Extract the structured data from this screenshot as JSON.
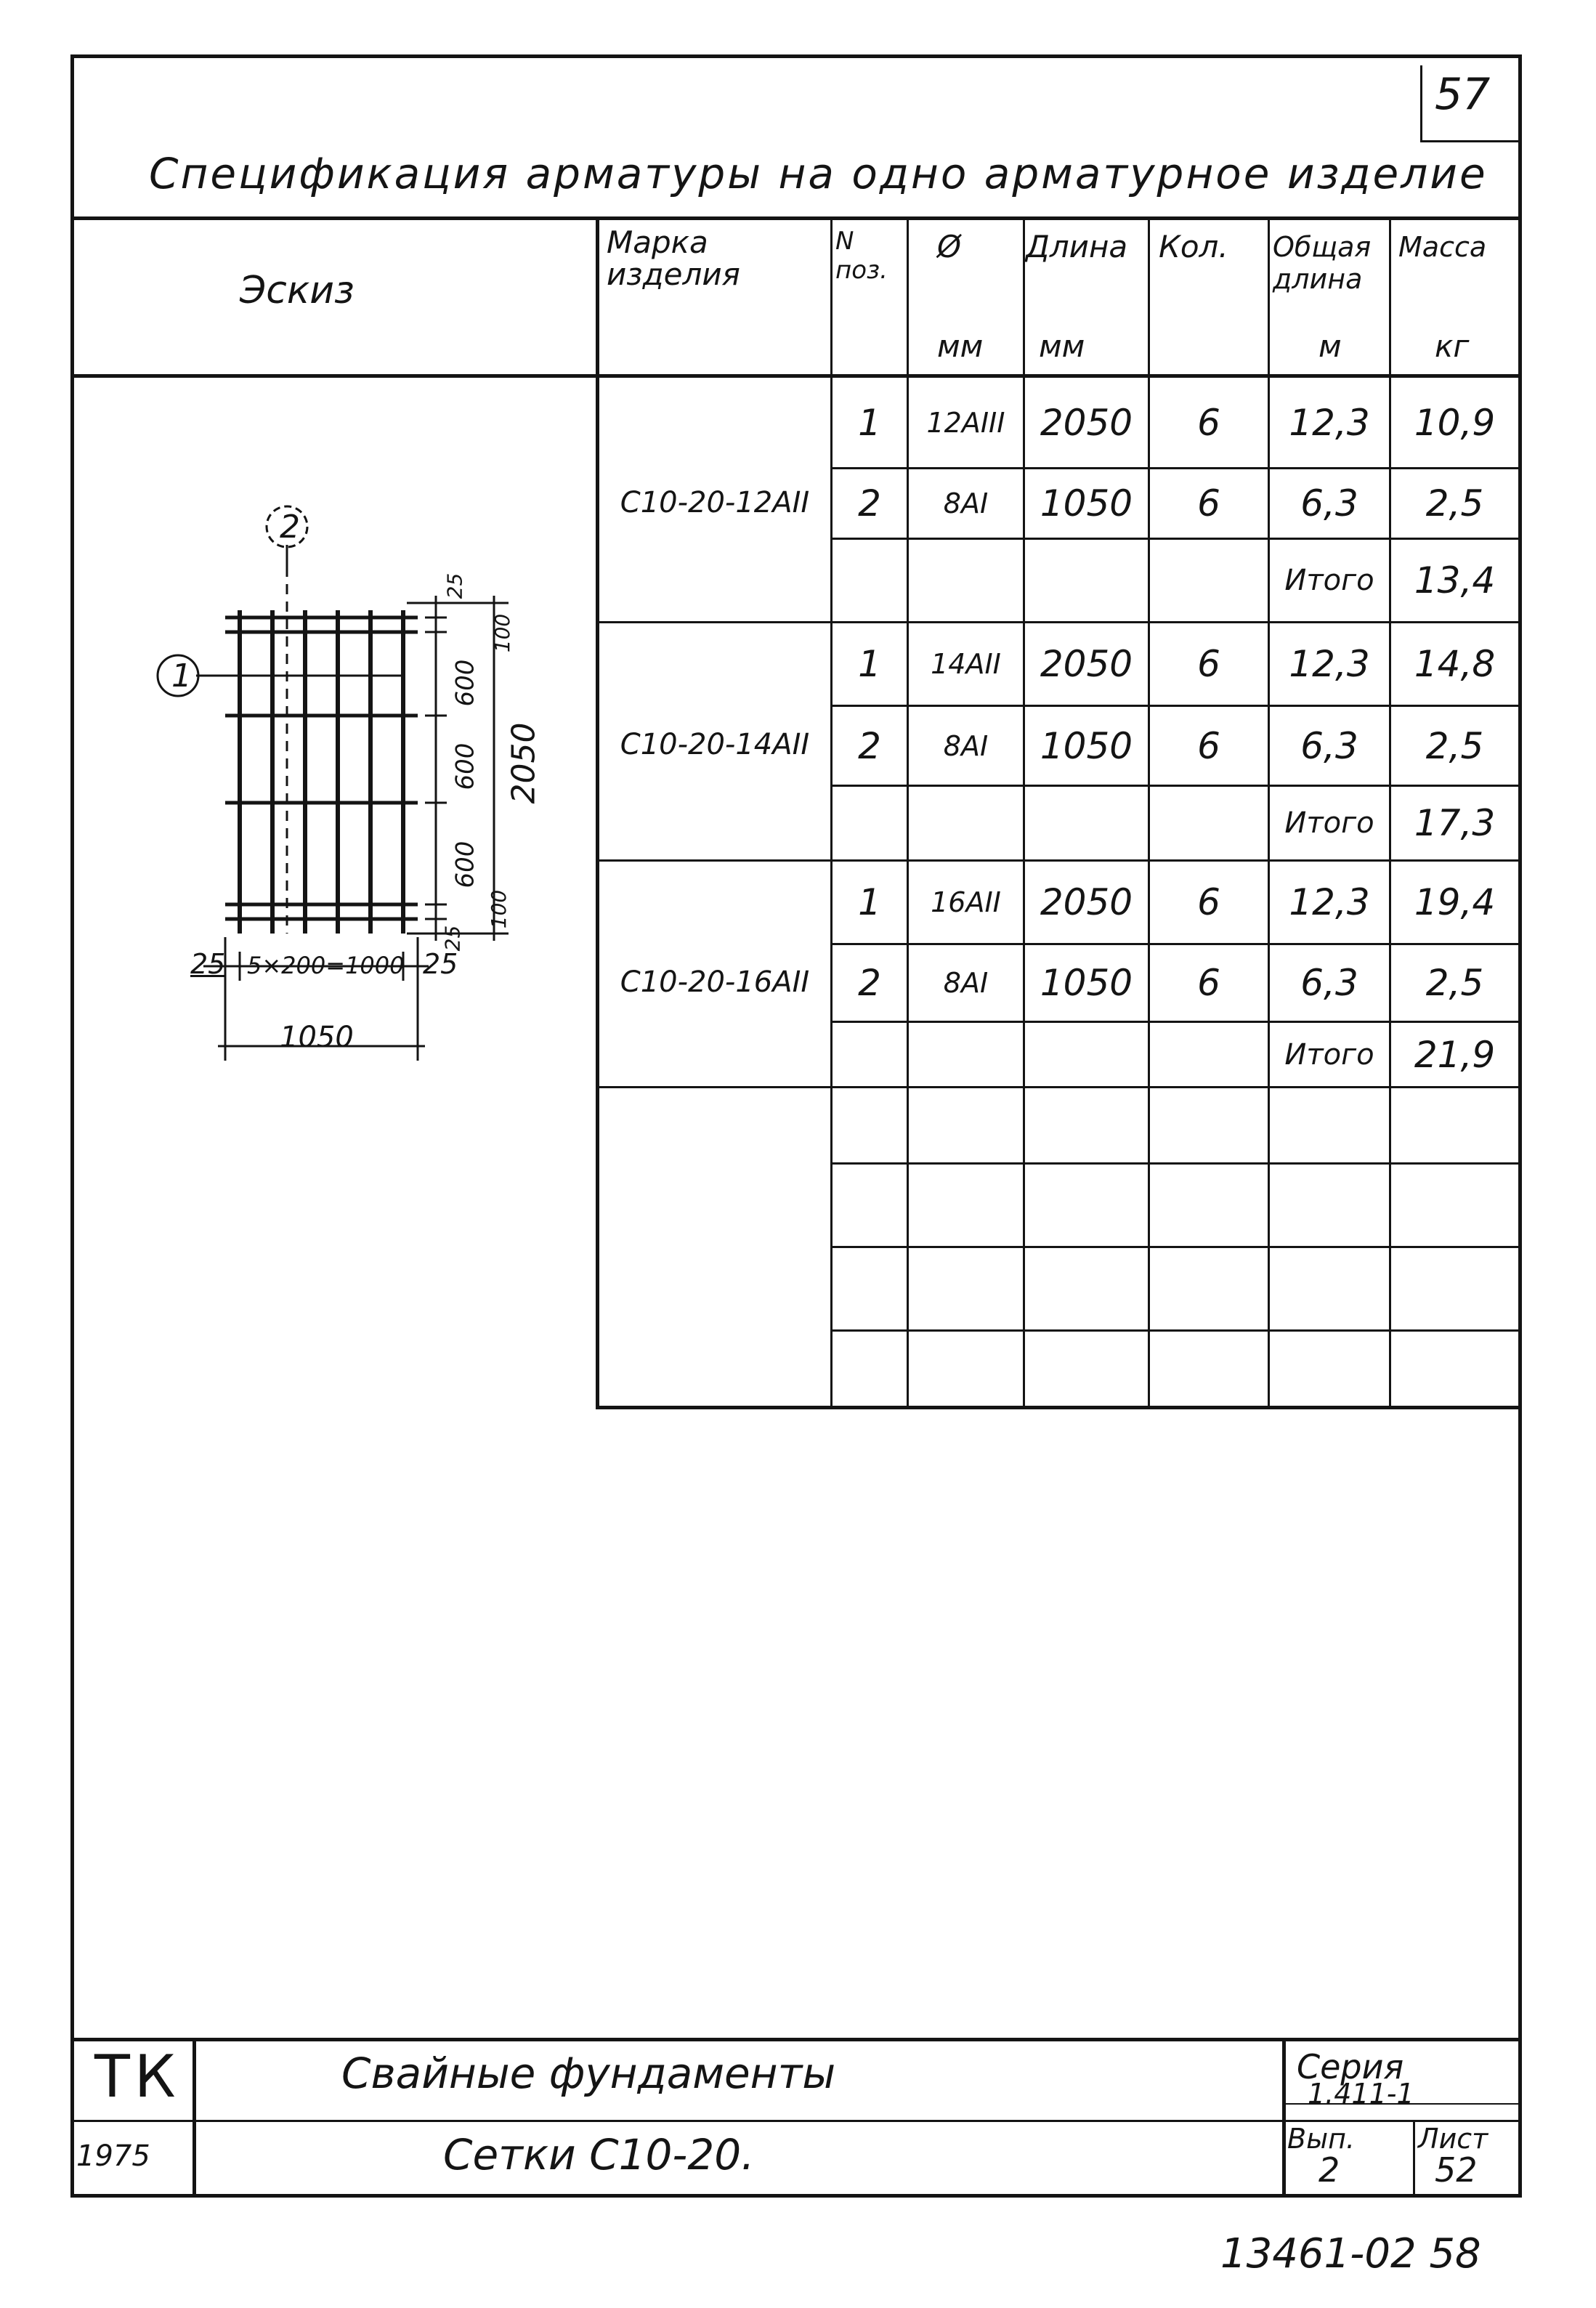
{
  "sheet_number": "57",
  "title": "Спецификация арматуры на одно арматурное изделие",
  "sketch_label": "Эскиз",
  "columns": [
    {
      "top": "Марка изделия",
      "unit": ""
    },
    {
      "top": "N поз.",
      "unit": ""
    },
    {
      "top": "Ø",
      "unit": "мм"
    },
    {
      "top": "Длина",
      "unit": "мм"
    },
    {
      "top": "Кол.",
      "unit": ""
    },
    {
      "top": "Общая длина",
      "unit": "м"
    },
    {
      "top": "Масса",
      "unit": "кг"
    }
  ],
  "groups": [
    {
      "mark": "С10-20-12АII",
      "rows": [
        {
          "pos": "1",
          "dia": "12АIII",
          "length": "2050",
          "qty": "6",
          "total_length": "12,3",
          "mass": "10,9"
        },
        {
          "pos": "2",
          "dia": "8АI",
          "length": "1050",
          "qty": "6",
          "total_length": "6,3",
          "mass": "2,5"
        }
      ],
      "total_label": "Итого",
      "total_mass": "13,4"
    },
    {
      "mark": "С10-20-14АII",
      "rows": [
        {
          "pos": "1",
          "dia": "14АII",
          "length": "2050",
          "qty": "6",
          "total_length": "12,3",
          "mass": "14,8"
        },
        {
          "pos": "2",
          "dia": "8АI",
          "length": "1050",
          "qty": "6",
          "total_length": "6,3",
          "mass": "2,5"
        }
      ],
      "total_label": "Итого",
      "total_mass": "17,3"
    },
    {
      "mark": "С10-20-16АII",
      "rows": [
        {
          "pos": "1",
          "dia": "16АII",
          "length": "2050",
          "qty": "6",
          "total_length": "12,3",
          "mass": "19,4"
        },
        {
          "pos": "2",
          "dia": "8АI",
          "length": "1050",
          "qty": "6",
          "total_length": "6,3",
          "mass": "2,5"
        }
      ],
      "total_label": "Итого",
      "total_mass": "21,9"
    }
  ],
  "sketch": {
    "pos1_marker": "1",
    "pos2_marker": "2",
    "dim_top": "25",
    "dim_100_top": "100",
    "dim_600_a": "600",
    "dim_600_b": "600",
    "dim_600_c": "600",
    "dim_100_bottom": "100",
    "dim_bottom": "25",
    "dim_total_height": "2050",
    "dim_left_25": "25",
    "dim_middle": "5×200=1000",
    "dim_right_25": "25",
    "dim_total_width": "1050"
  },
  "stamp": {
    "org": "ТК",
    "year": "1975",
    "line1": "Свайные фундаменты",
    "line2": "Сетки С10-20.",
    "series_label": "Серия",
    "series_value": "1.411-1",
    "issue_label": "Вып.",
    "issue_value": "2",
    "sheet_label": "Лист",
    "sheet_value": "52"
  },
  "bottom_code": "13461-02 58"
}
